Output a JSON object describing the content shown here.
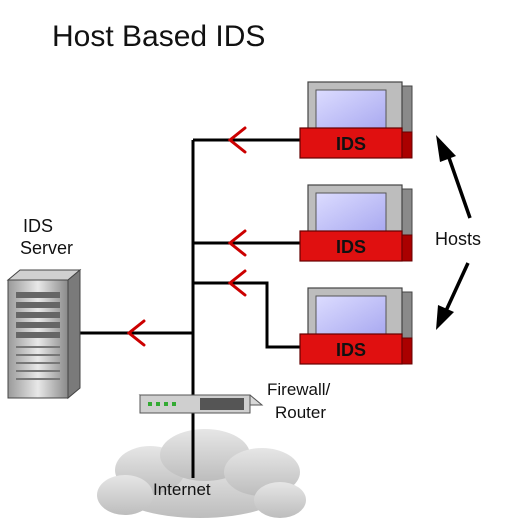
{
  "title": "Host Based IDS",
  "labels": {
    "ids_server_line1": "IDS",
    "ids_server_line2": "Server",
    "hosts": "Hosts",
    "firewall_line1": "Firewall/",
    "firewall_line2": "Router",
    "internet": "Internet"
  },
  "hosts": [
    {
      "label": "IDS"
    },
    {
      "label": "IDS"
    },
    {
      "label": "IDS"
    }
  ],
  "colors": {
    "ids_red": "#e01010",
    "arrow_red": "#cc0000",
    "screen_blue": "#c8c8ff",
    "line": "#000000",
    "cloud": "#c8c8c8"
  }
}
